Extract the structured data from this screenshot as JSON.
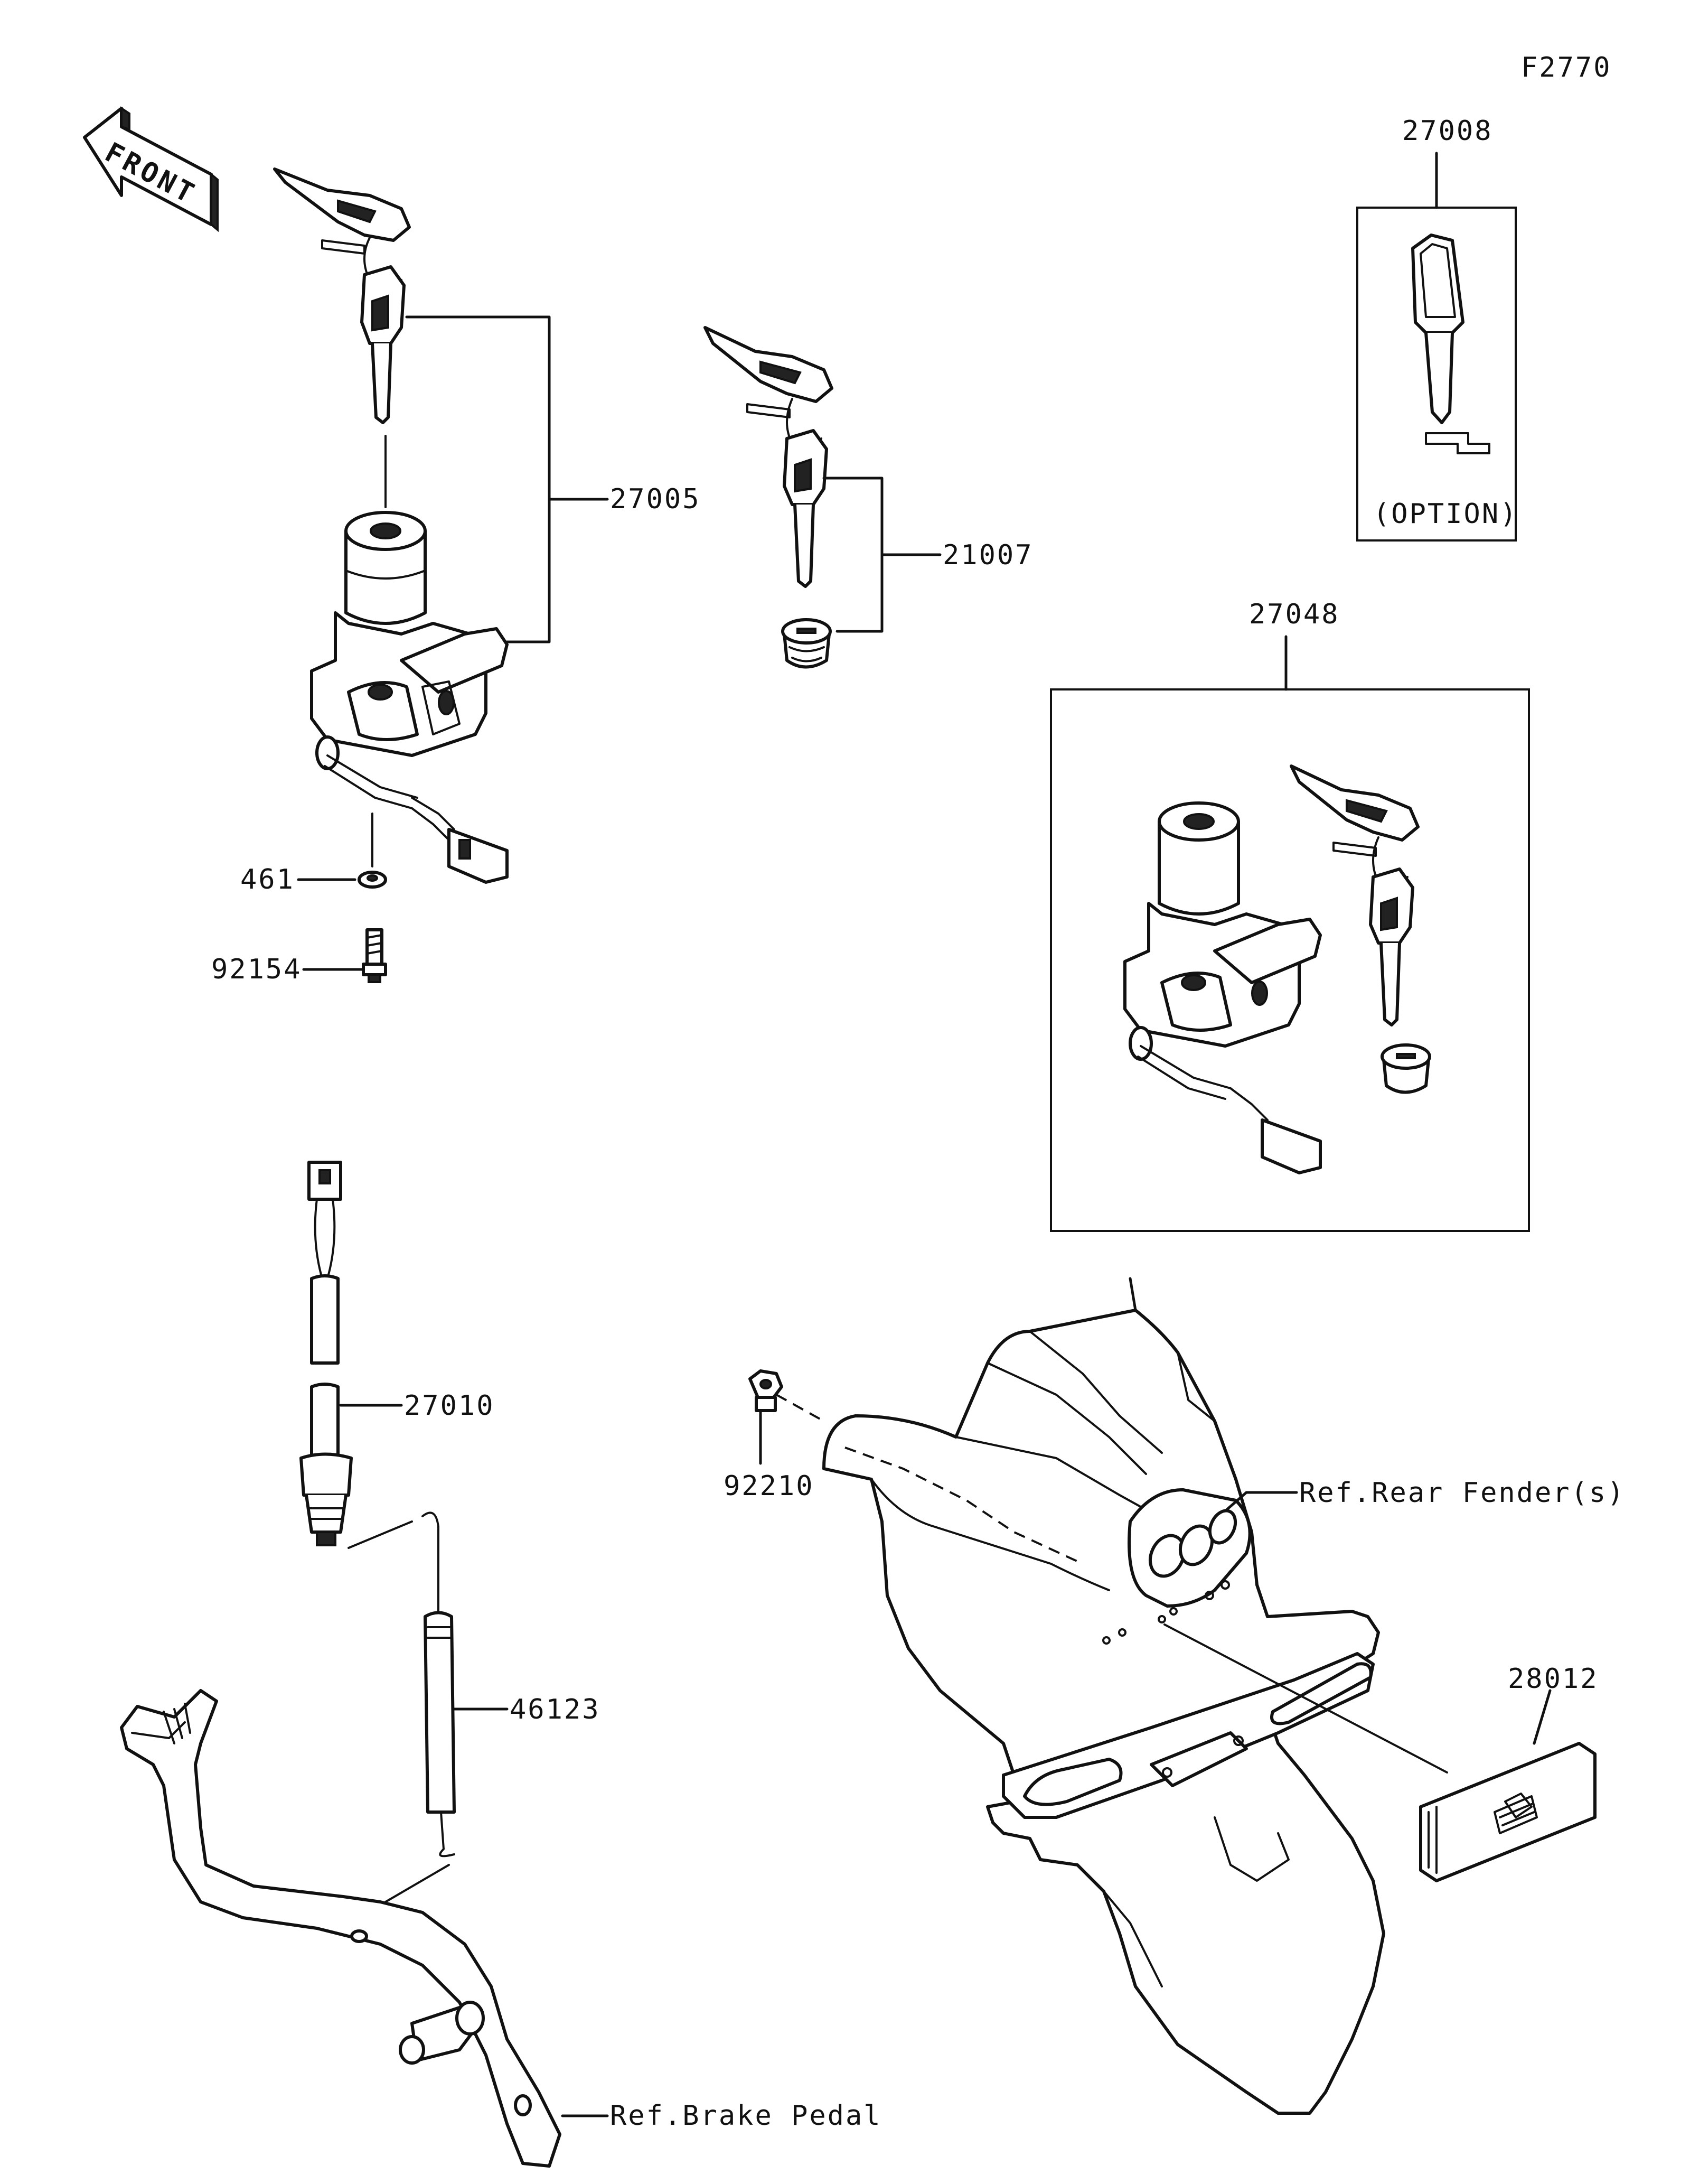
{
  "figure_code": "F2770",
  "direction_label": "FRONT",
  "parts": {
    "p27008": "27008",
    "p27005": "27005",
    "p21007": "21007",
    "p27048": "27048",
    "p461": "461",
    "p92154": "92154",
    "p27010": "27010",
    "p92210": "92210",
    "p46123": "46123",
    "p28012": "28012"
  },
  "option_note": "(OPTION)",
  "references": {
    "rear_fender": "Ref.Rear Fender(s)",
    "brake_pedal": "Ref.Brake Pedal"
  }
}
